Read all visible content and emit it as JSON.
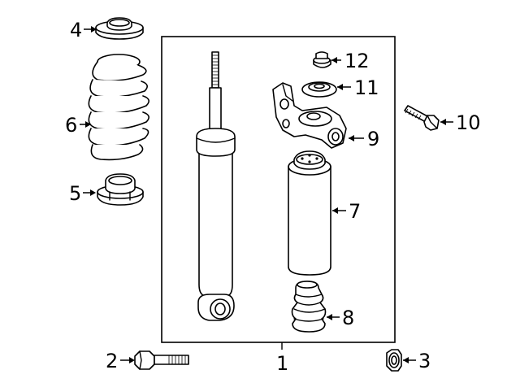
{
  "callouts": {
    "c1": "1",
    "c2": "2",
    "c3": "3",
    "c4": "4",
    "c5": "5",
    "c6": "6",
    "c7": "7",
    "c8": "8",
    "c9": "9",
    "c10": "10",
    "c11": "11",
    "c12": "12"
  },
  "parts": [
    "shock-absorber",
    "bolt",
    "nut",
    "spring-upper-seat",
    "spring-lower-insulator",
    "coil-spring",
    "dust-boot",
    "bump-stop",
    "upper-mount-bracket",
    "mount-bolt",
    "upper-insulator",
    "lock-nut"
  ]
}
